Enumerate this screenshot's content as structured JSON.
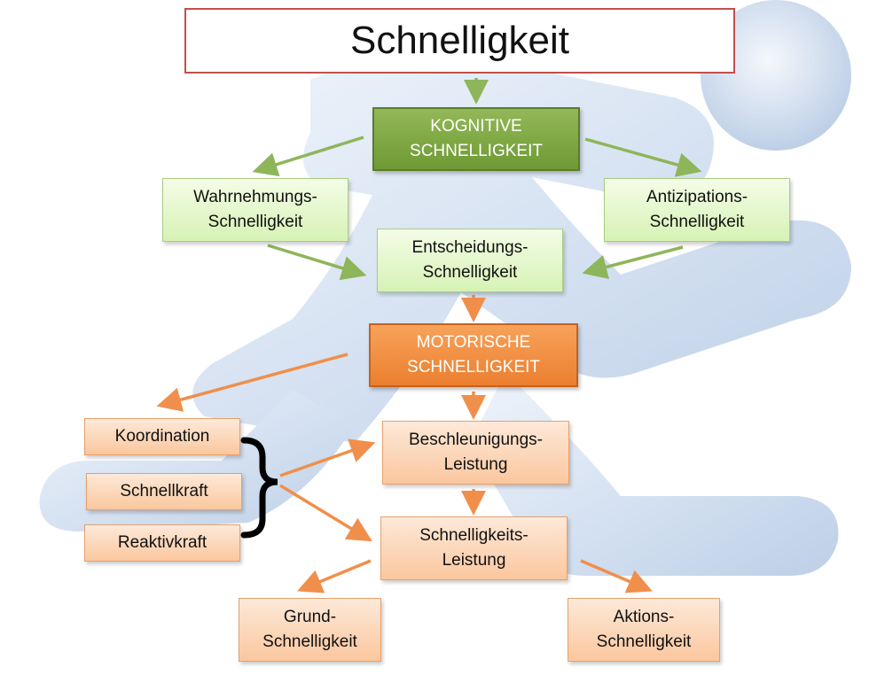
{
  "title": "Schnelligkeit",
  "nodes": {
    "kognitive": "KOGNITIVE\nSCHNELLIGKEIT",
    "wahrnehmung": "Wahrnehmungs-\nSchnelligkeit",
    "antizipation": "Antizipations-\nSchnelligkeit",
    "entscheidung": "Entscheidungs-\nSchnelligkeit",
    "motorische": "MOTORISCHE\nSCHNELLIGKEIT",
    "koordination": "Koordination",
    "schnellkraft": "Schnellkraft",
    "reaktivkraft": "Reaktivkraft",
    "beschleunigung": "Beschleunigungs-\nLeistung",
    "schnelligkeitsleistung": "Schnelligkeits-\nLeistung",
    "grund": "Grund-\nSchnelligkeit",
    "aktion": "Aktions-\nSchnelligkeit"
  },
  "colors": {
    "title_border": "#c0504d",
    "green_arrow": "#8fb55a",
    "orange_arrow": "#f08f4b",
    "brace": "#000000",
    "background_figure": "#c8d8ee"
  },
  "icons": {
    "background": "running-figure-icon",
    "brace": "curly-brace-icon"
  }
}
